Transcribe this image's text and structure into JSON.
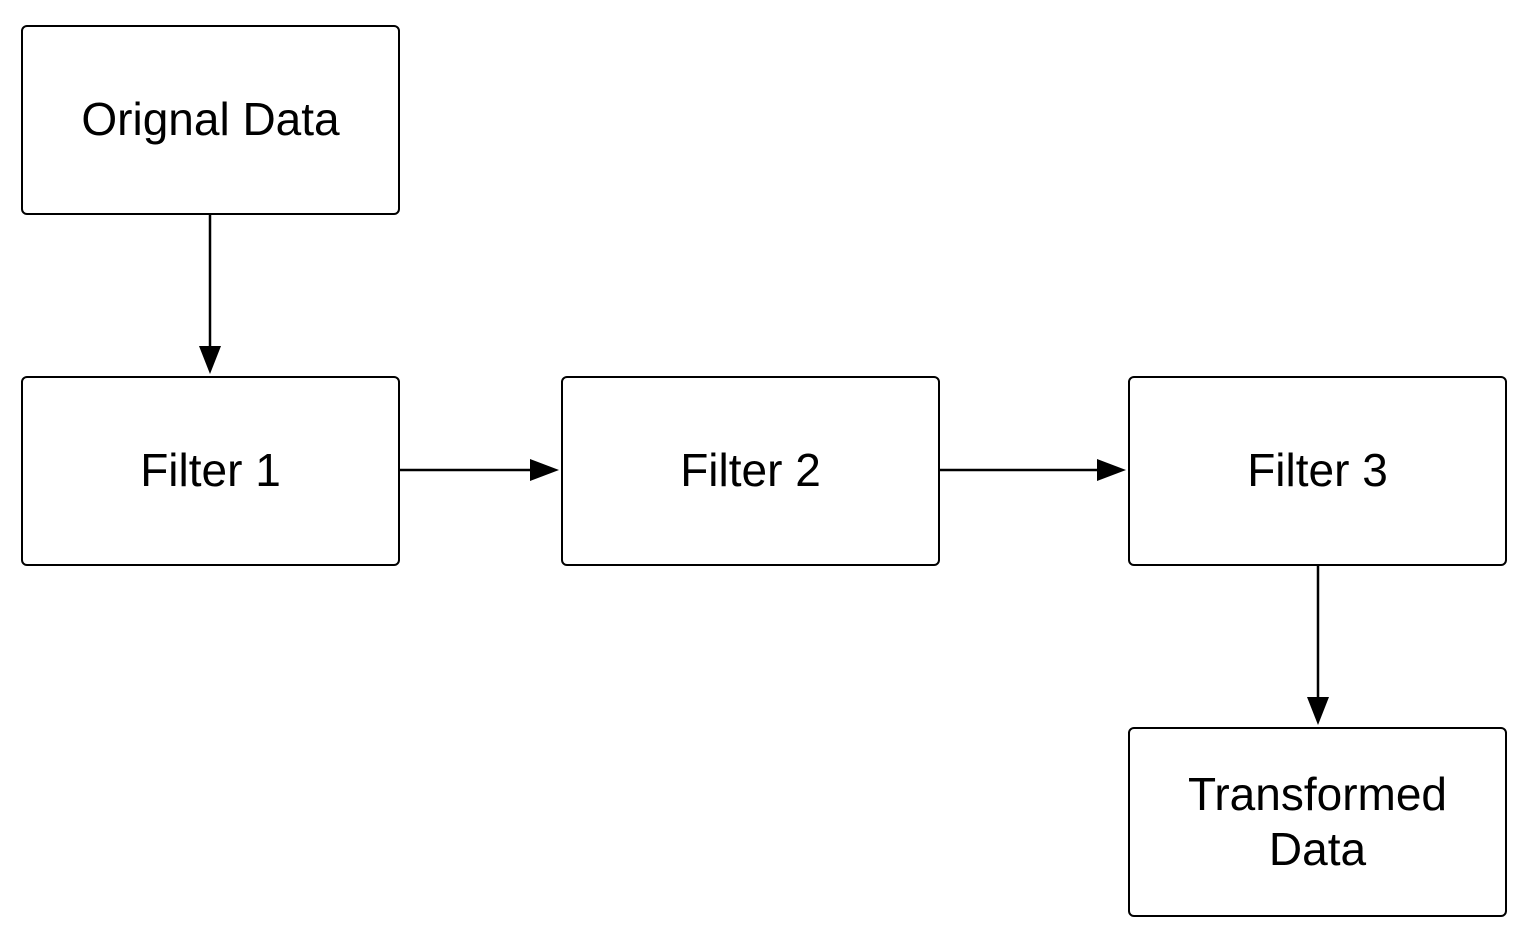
{
  "nodes": {
    "original": "Orignal Data",
    "filter1": "Filter 1",
    "filter2": "Filter 2",
    "filter3": "Filter 3",
    "transformed": "Transformed Data"
  },
  "colors": {
    "stroke": "#000000",
    "background": "#ffffff"
  }
}
